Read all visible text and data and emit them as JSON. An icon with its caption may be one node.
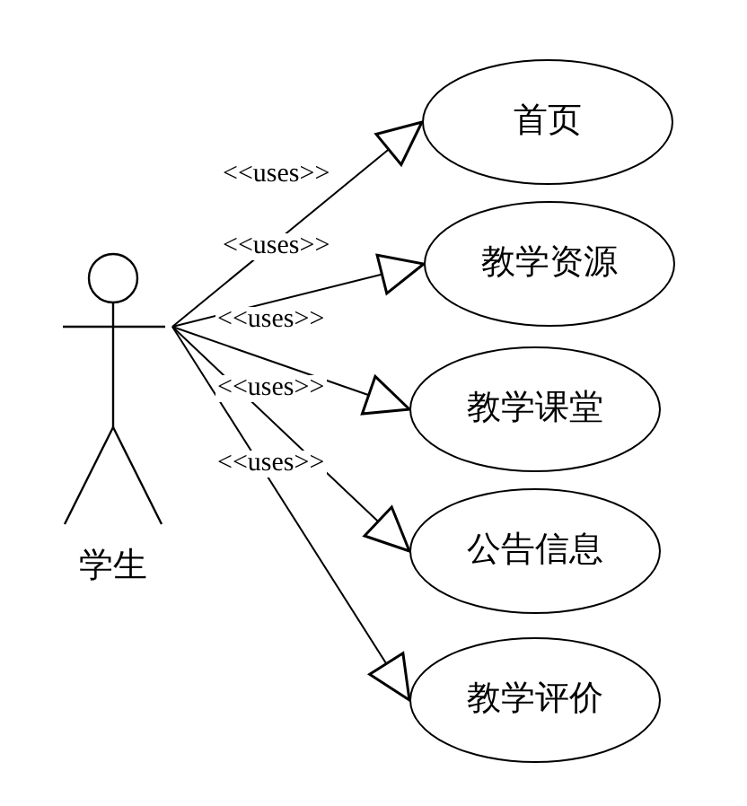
{
  "diagram": {
    "nodes": [
      {
        "text": [
          "学生"
        ]
      },
      {
        "text": [
          "首页"
        ]
      },
      {
        "text": [
          "教学资源"
        ]
      },
      {
        "text": [
          "教学课堂"
        ]
      },
      {
        "text": [
          "公告信息"
        ]
      },
      {
        "text": [
          "教学评价"
        ]
      }
    ],
    "edges": [
      {
        "from": 0,
        "to": 1,
        "arrow": "to",
        "label": "<<uses>>"
      },
      {
        "from": 0,
        "to": 2,
        "arrow": "to",
        "label": "<<uses>>"
      },
      {
        "from": 0,
        "to": 3,
        "arrow": "to",
        "label": "<<uses>>"
      },
      {
        "from": 0,
        "to": 4,
        "arrow": "to",
        "label": "<<uses>>"
      },
      {
        "from": 0,
        "to": 5,
        "arrow": "to",
        "label": "<<uses>>"
      }
    ]
  }
}
